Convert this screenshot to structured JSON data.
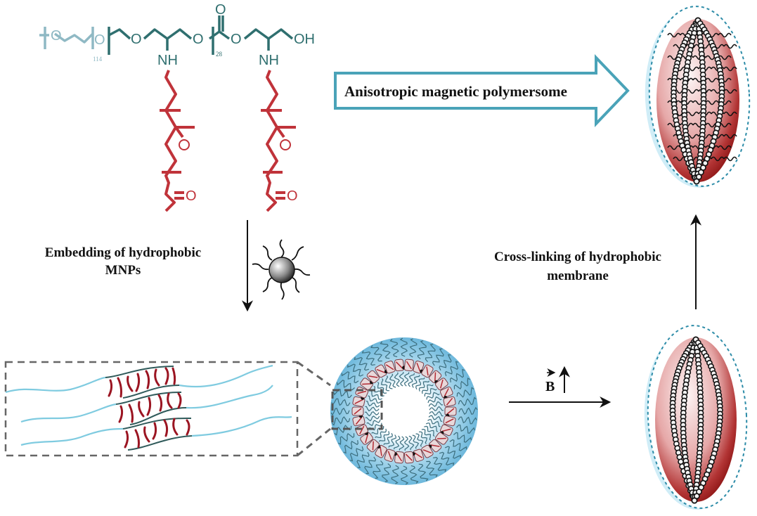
{
  "colors": {
    "peg": "#8fb9c4",
    "backbone": "#2f6f6f",
    "side_chain": "#c0333a",
    "arrow_outline": "#4aa3b8",
    "text": "#111111",
    "vesicle_outer": "#6db8dc",
    "vesicle_inner": "#b9dff0",
    "ellipsoid_dark": "#9b1b1b",
    "ellipsoid_light": "#fbe9e9",
    "halo": "#a6def0",
    "dashed_outline": "#2d8ca8",
    "zoom_box": "#555555"
  },
  "molecule": {
    "peg_repeat_subscript": "114",
    "carbonate_repeat_subscript": "28",
    "atoms": {
      "o": "O",
      "nh": "NH",
      "oh": "OH"
    }
  },
  "labels": {
    "main_arrow": "Anisotropic magnetic polymersome",
    "embedding_line1": "Embedding of hydrophobic",
    "embedding_line2": "MNPs",
    "crosslink_line1": "Cross-linking of hydrophobic",
    "crosslink_line2": "membrane",
    "field_symbol": "B"
  },
  "stages": [
    {
      "id": "copolymer",
      "description": "PEG-b-polycarbonate with hydrophobic side chains"
    },
    {
      "id": "membrane-detail",
      "description": "Bilayer membrane with embedded chains"
    },
    {
      "id": "spherical-vesicle",
      "description": "Magnetic polymersome (spherical)"
    },
    {
      "id": "elongated-vesicle",
      "description": "Elongated polymersome under field B"
    },
    {
      "id": "crosslinked-vesicle",
      "description": "Cross-linked anisotropic polymersome"
    }
  ]
}
